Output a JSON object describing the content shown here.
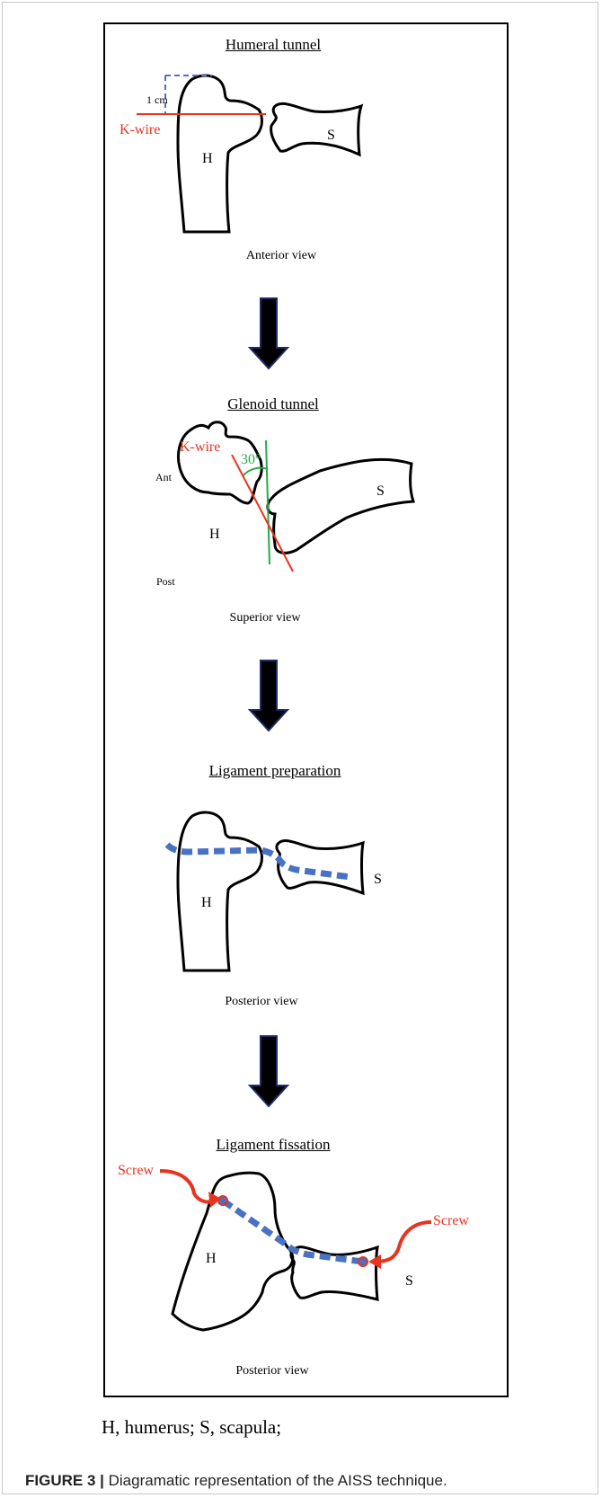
{
  "panel1": {
    "title": "Humeral tunnel",
    "view": "Anterior view",
    "kwire": "K-wire",
    "measure": "1 cm",
    "h": "H",
    "s": "S"
  },
  "panel2": {
    "title": "Glenoid tunnel",
    "view": "Superior view",
    "kwire": "K-wire",
    "angle": "30°",
    "ant": "Ant",
    "post": "Post",
    "h": "H",
    "s": "S"
  },
  "panel3": {
    "title": "Ligament preparation",
    "view": "Posterior view",
    "h": "H",
    "s": "S"
  },
  "panel4": {
    "title": "Ligament fissation",
    "view": "Posterior view",
    "screw_left": "Screw",
    "screw_right": "Screw",
    "h": "H",
    "s": "S"
  },
  "legend": "H, humerus; S, scapula;",
  "figure": {
    "label": "FIGURE 3 |",
    "text": "Diagramatic representation of the AISS technique."
  },
  "colors": {
    "kwire": "#e8331f",
    "angle": "#2aa84a",
    "ligament": "#4a72c4",
    "arrow_fill": "#000000",
    "arrow_border": "#1f2d6b"
  }
}
